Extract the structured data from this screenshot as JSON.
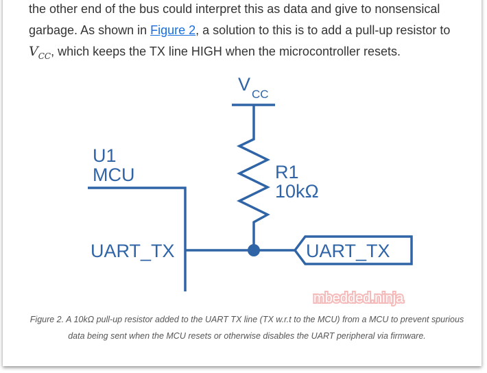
{
  "paragraph": {
    "line1": "the other end of the bus could interpret this as data and give to nonsensical",
    "text_before_link": "garbage. As shown in ",
    "link_text": "Figure 2",
    "text_after_link": ", a solution to this is to add a pull-up resistor to",
    "vcc_main": "V",
    "vcc_sub": "CC",
    "line3": ", which keeps the TX line HIGH when the microcontroller resets."
  },
  "schematic": {
    "vcc_label": "V",
    "vcc_sub": "CC",
    "u1_label": "U1",
    "mcu_label": "MCU",
    "r1_label": "R1",
    "r1_value": "10kΩ",
    "pin_label": "UART_TX",
    "net_label": "UART_TX",
    "watermark": "mbedded.ninja",
    "wire_color": "#2f64a6"
  },
  "caption": "Figure 2. A 10kΩ pull-up resistor added to the UART TX line (TX w.r.t to the MCU) from a MCU to prevent spurious data being sent when the MCU resets or otherwise disables the UART peripheral via firmware."
}
